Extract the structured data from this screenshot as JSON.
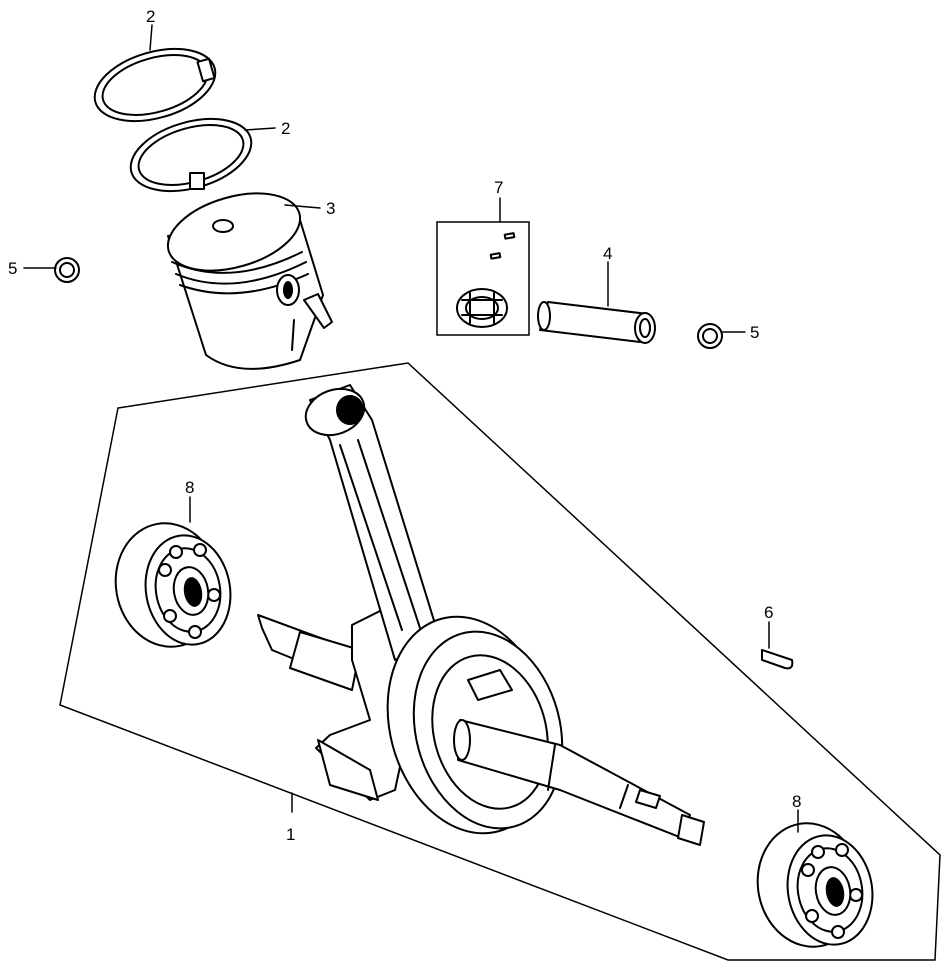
{
  "callouts": {
    "ring_top": "2",
    "ring_second": "2",
    "piston": "3",
    "piston_pin": "4",
    "clip_left": "5",
    "clip_right": "5",
    "woodruff_key": "6",
    "needle_bearing_set": "7",
    "bearing_left": "8",
    "bearing_right": "8",
    "crankshaft_assembly": "1"
  }
}
